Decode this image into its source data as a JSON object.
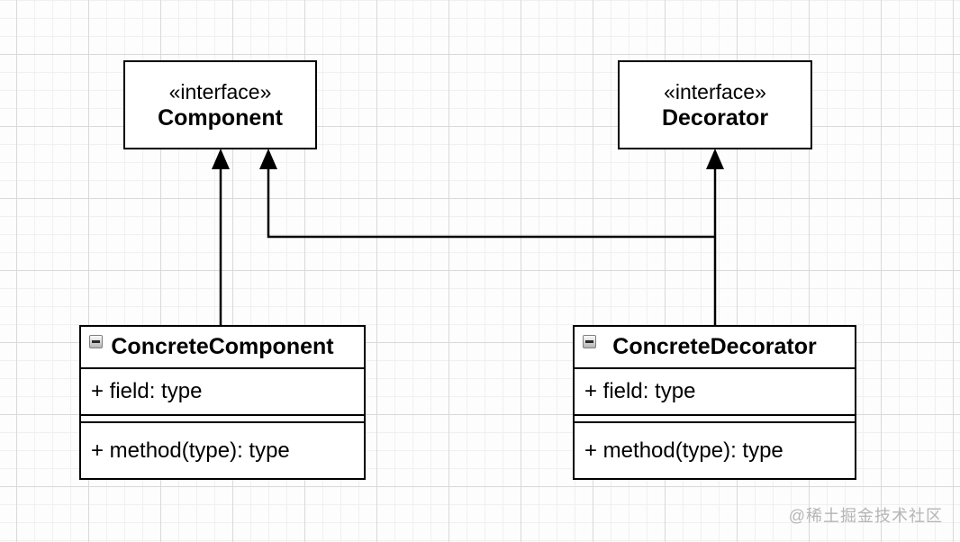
{
  "diagram": {
    "type": "uml-class-diagram",
    "pattern": "Decorator",
    "interfaces": {
      "component": {
        "stereotype": "«interface»",
        "name": "Component"
      },
      "decorator": {
        "stereotype": "«interface»",
        "name": "Decorator"
      }
    },
    "classes": {
      "concrete_component": {
        "name": "ConcreteComponent",
        "field": "+ field: type",
        "method": "+ method(type): type",
        "collapse_icon": "minus-icon"
      },
      "concrete_decorator": {
        "name": "ConcreteDecorator",
        "field": "+ field: type",
        "method": "+ method(type): type",
        "collapse_icon": "minus-icon"
      }
    },
    "edges": [
      {
        "from": "ConcreteComponent",
        "to": "Component",
        "type": "generalization",
        "arrow": "solid-triangle"
      },
      {
        "from": "ConcreteDecorator",
        "to": "Decorator",
        "type": "generalization",
        "arrow": "solid-triangle"
      },
      {
        "from": "ConcreteDecorator",
        "to": "Component",
        "type": "generalization",
        "arrow": "solid-triangle"
      }
    ],
    "colors": {
      "node_fill": "#ffffff",
      "node_border": "#000000",
      "text": "#000000",
      "edge": "#000000",
      "background": "#fdfdfd",
      "grid_minor": "#f0f0f0",
      "grid_major": "#d9d9d9",
      "watermark": "#b5b5b5"
    }
  },
  "watermark": {
    "text": "@稀土掘金技术社区"
  }
}
